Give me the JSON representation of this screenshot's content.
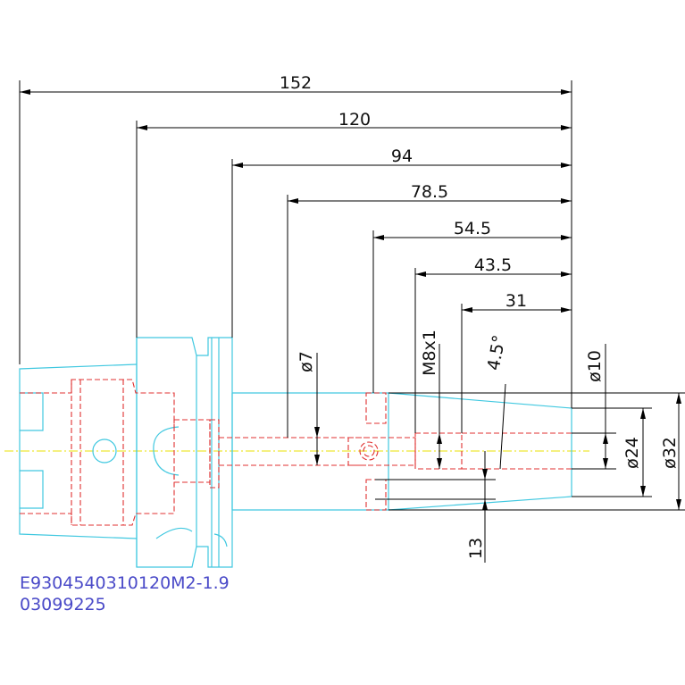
{
  "dimensions": {
    "d152": "152",
    "d120": "120",
    "d94": "94",
    "d78_5": "78.5",
    "d54_5": "54.5",
    "d43_5": "43.5",
    "d31": "31",
    "d13": "13",
    "dia7": "ø7",
    "thread": "M8x1",
    "angle": "4.5°",
    "dia10": "ø10",
    "dia24": "ø24",
    "dia32": "ø32"
  },
  "part": {
    "code": "E9304540310120M2-1.9",
    "number": "03099225"
  },
  "colors": {
    "outline": "#40c8e0",
    "hidden": "#e03030",
    "dimension": "#000000",
    "centerline": "#e8e000",
    "label": "#4a4ac8"
  }
}
